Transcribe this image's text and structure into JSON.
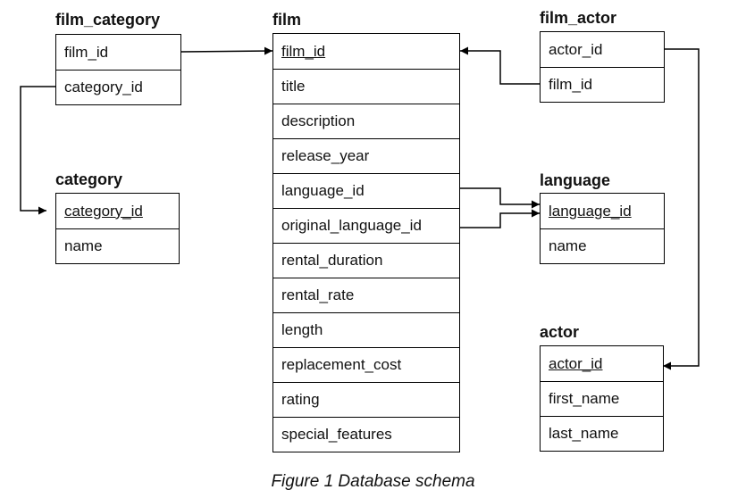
{
  "tables": {
    "film_category": {
      "title": "film_category",
      "fields": [
        "film_id",
        "category_id"
      ]
    },
    "film": {
      "title": "film",
      "fields": [
        "film_id",
        "title",
        "description",
        "release_year",
        "language_id",
        "original_language_id",
        "rental_duration",
        "rental_rate",
        "length",
        "replacement_cost",
        "rating",
        "special_features"
      ]
    },
    "film_actor": {
      "title": "film_actor",
      "fields": [
        "actor_id",
        "film_id"
      ]
    },
    "category": {
      "title": "category",
      "fields": [
        "category_id",
        "name"
      ]
    },
    "language": {
      "title": "language",
      "fields": [
        "language_id",
        "name"
      ]
    },
    "actor": {
      "title": "actor",
      "fields": [
        "actor_id",
        "first_name",
        "last_name"
      ]
    }
  },
  "primary_keys": {
    "film_category": [],
    "film": [
      "film_id"
    ],
    "film_actor": [],
    "category": [
      "category_id"
    ],
    "language": [
      "language_id"
    ],
    "actor": [
      "actor_id"
    ]
  },
  "relationships": [
    {
      "from": "film_category.film_id",
      "to": "film.film_id"
    },
    {
      "from": "film_category.category_id",
      "to": "category.category_id"
    },
    {
      "from": "film_actor.film_id",
      "to": "film.film_id"
    },
    {
      "from": "film_actor.actor_id",
      "to": "actor.actor_id"
    },
    {
      "from": "film.language_id",
      "to": "language.language_id"
    },
    {
      "from": "film.original_language_id",
      "to": "language.language_id"
    }
  ],
  "caption": "Figure 1 Database schema"
}
